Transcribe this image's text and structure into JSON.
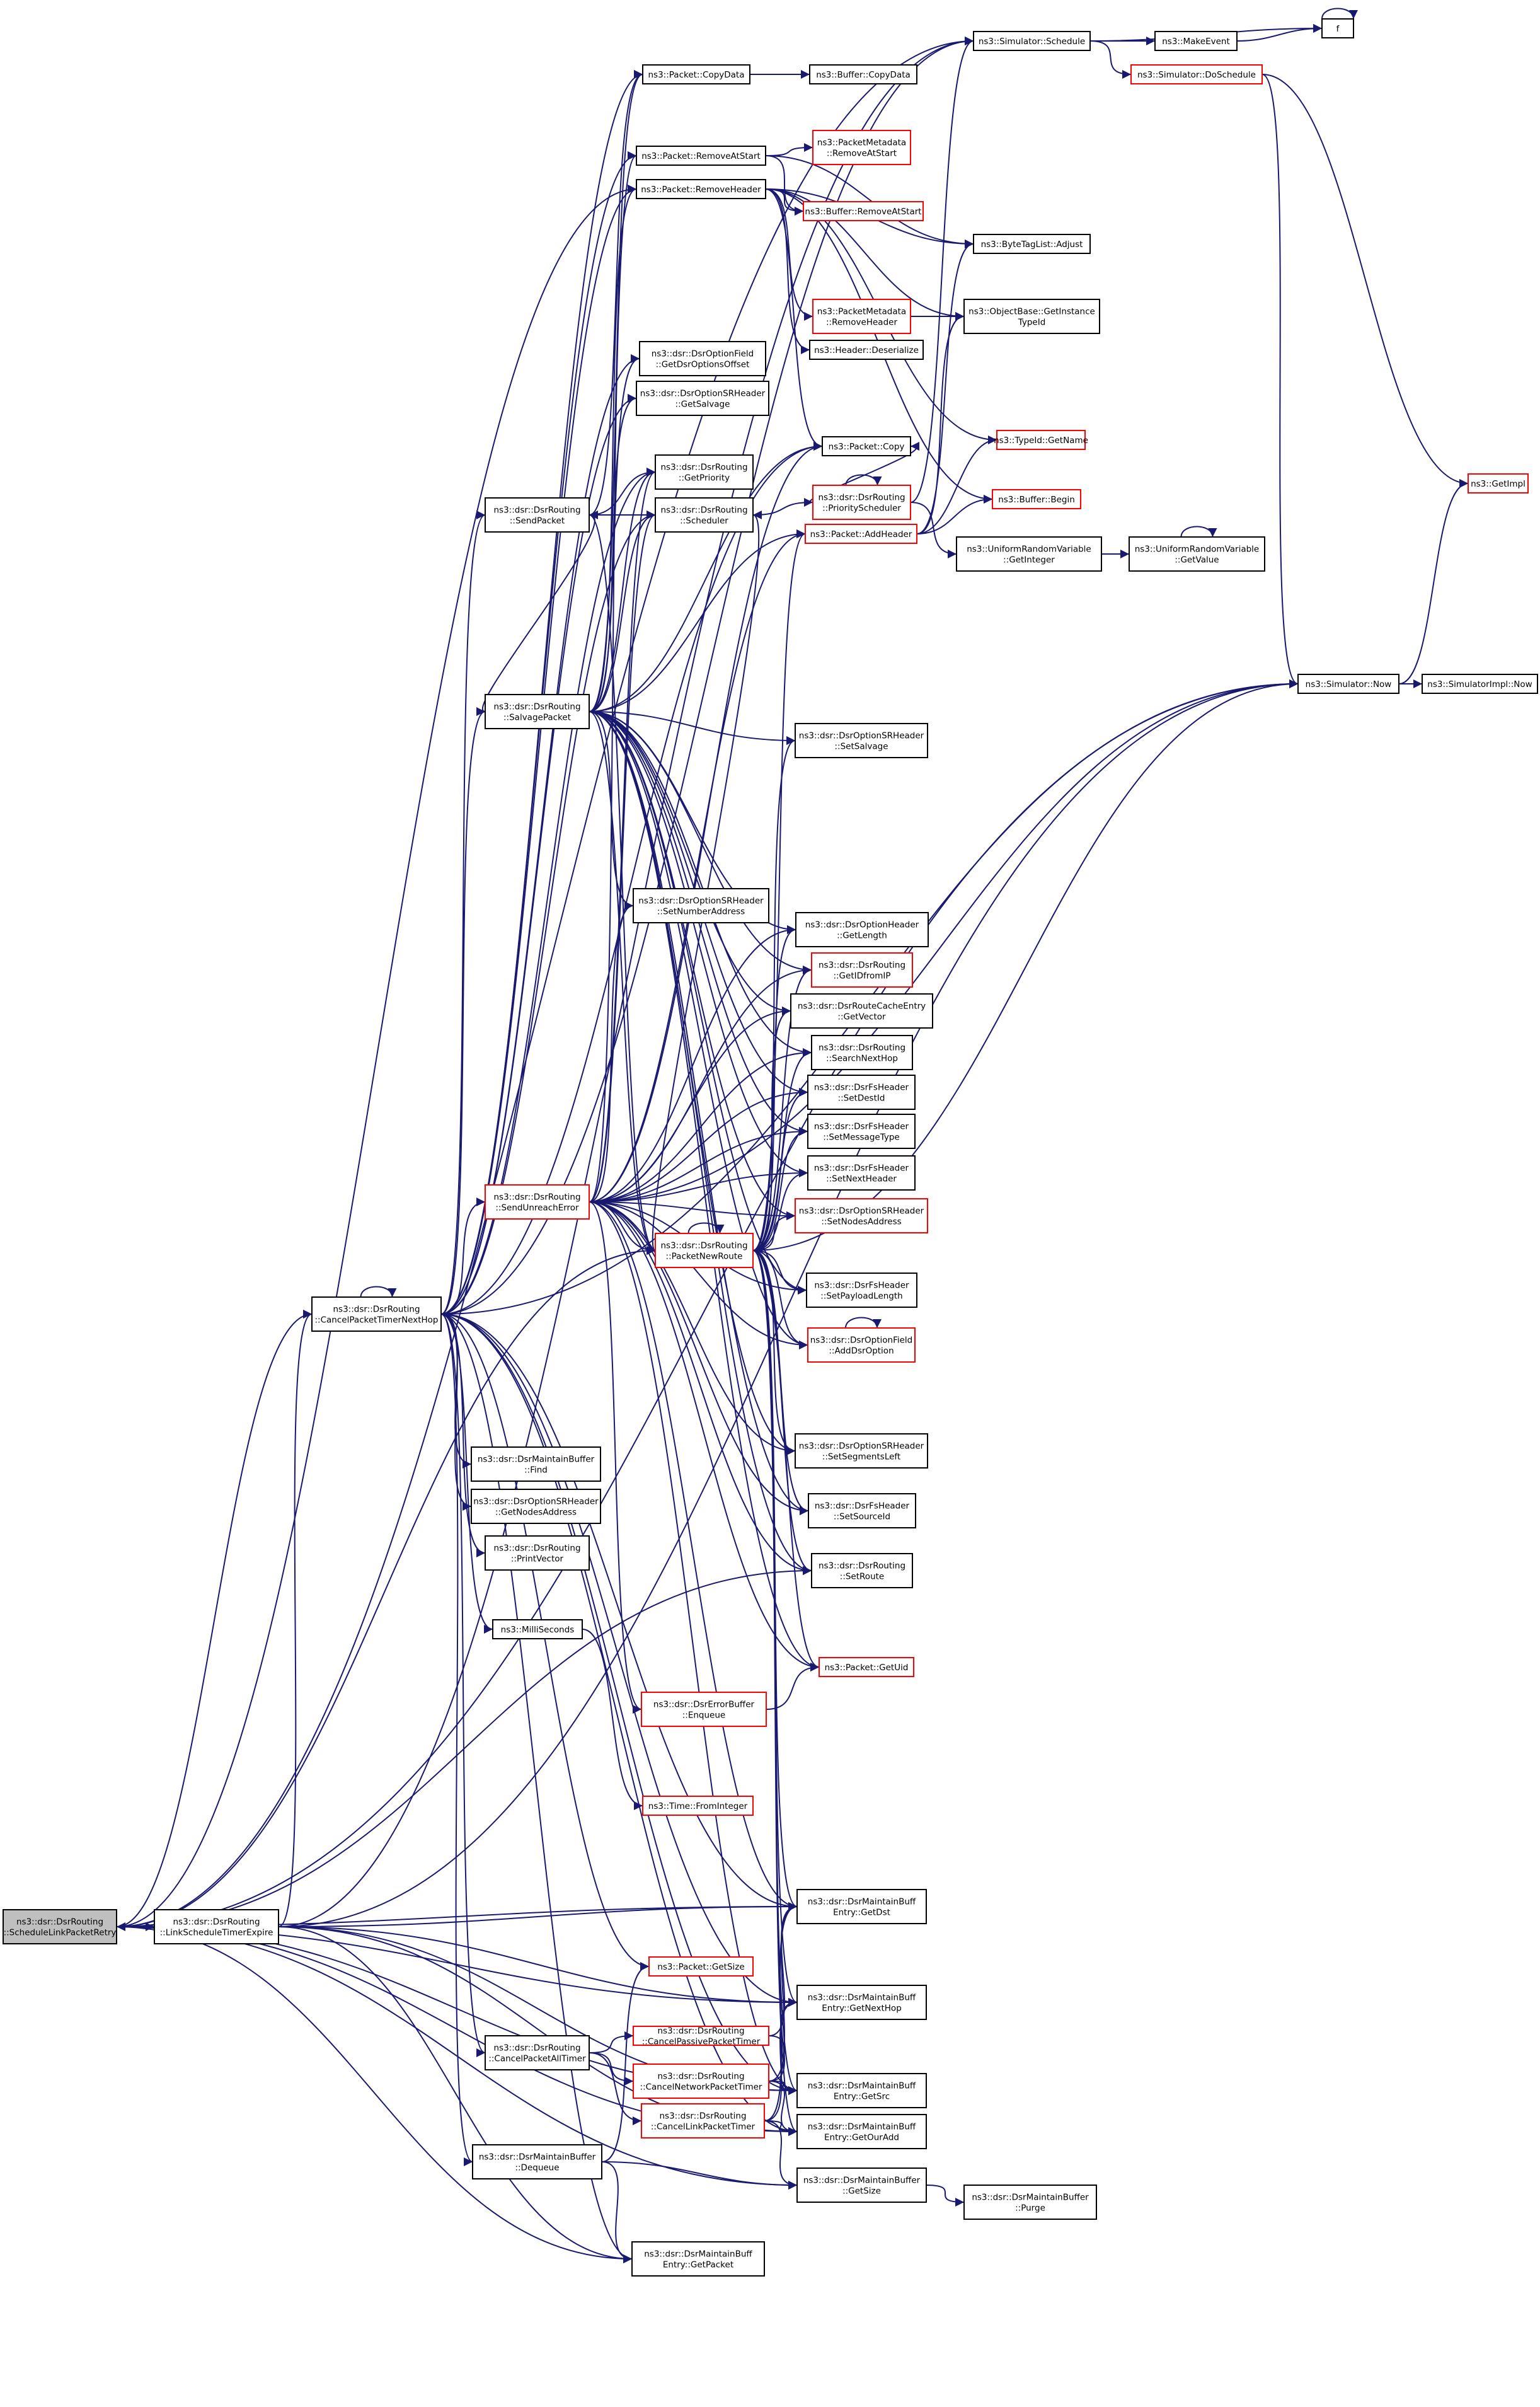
{
  "colors": {
    "edge": "#191970",
    "node_border": "#000000",
    "node_border_incomplete": "#ff0000",
    "root_fill": "#bfbfbf",
    "node_fill": "#ffffff"
  },
  "nodes": [
    {
      "id": "root",
      "lines": [
        "ns3::dsr::DsrRouting",
        "::ScheduleLinkPacketRetry"
      ],
      "red": false,
      "root": true
    },
    {
      "id": "lste",
      "lines": [
        "ns3::dsr::DsrRouting",
        "::LinkScheduleTimerExpire"
      ],
      "red": false
    },
    {
      "id": "cptn",
      "lines": [
        "ns3::dsr::DsrRouting",
        "::CancelPacketTimerNextHop"
      ],
      "red": false
    },
    {
      "id": "sched",
      "lines": [
        "ns3::Simulator::Schedule"
      ],
      "red": false
    },
    {
      "id": "mkev",
      "lines": [
        "ns3::MakeEvent"
      ],
      "red": false
    },
    {
      "id": "f",
      "lines": [
        "f"
      ],
      "red": false
    },
    {
      "id": "dosch",
      "lines": [
        "ns3::Simulator::DoSchedule"
      ],
      "red": true
    },
    {
      "id": "getimpl",
      "lines": [
        "ns3::GetImpl"
      ],
      "red": true
    },
    {
      "id": "now",
      "lines": [
        "ns3::Simulator::Now"
      ],
      "red": false
    },
    {
      "id": "implnow",
      "lines": [
        "ns3::SimulatorImpl::Now"
      ],
      "red": false
    },
    {
      "id": "copydata",
      "lines": [
        "ns3::Packet::CopyData"
      ],
      "red": false
    },
    {
      "id": "bufcopydata",
      "lines": [
        "ns3::Buffer::CopyData"
      ],
      "red": false
    },
    {
      "id": "remstart",
      "lines": [
        "ns3::Packet::RemoveAtStart"
      ],
      "red": false
    },
    {
      "id": "pmremstart",
      "lines": [
        "ns3::PacketMetadata",
        "::RemoveAtStart"
      ],
      "red": true
    },
    {
      "id": "remhdr",
      "lines": [
        "ns3::Packet::RemoveHeader"
      ],
      "red": false
    },
    {
      "id": "bufremstart",
      "lines": [
        "ns3::Buffer::RemoveAtStart"
      ],
      "red": true
    },
    {
      "id": "btadjust",
      "lines": [
        "ns3::ByteTagList::Adjust"
      ],
      "red": false
    },
    {
      "id": "pmremhdr",
      "lines": [
        "ns3::PacketMetadata",
        "::RemoveHeader"
      ],
      "red": true
    },
    {
      "id": "getinst",
      "lines": [
        "ns3::ObjectBase::GetInstance",
        "TypeId"
      ],
      "red": false
    },
    {
      "id": "hdrdeser",
      "lines": [
        "ns3::Header::Deserialize"
      ],
      "red": false
    },
    {
      "id": "getdsroff",
      "lines": [
        "ns3::dsr::DsrOptionField",
        "::GetDsrOptionsOffset"
      ],
      "red": false
    },
    {
      "id": "getsalv",
      "lines": [
        "ns3::dsr::DsrOptionSRHeader",
        "::GetSalvage"
      ],
      "red": false
    },
    {
      "id": "pcopy",
      "lines": [
        "ns3::Packet::Copy"
      ],
      "red": false
    },
    {
      "id": "tidname",
      "lines": [
        "ns3::TypeId::GetName"
      ],
      "red": true
    },
    {
      "id": "getprio",
      "lines": [
        "ns3::dsr::DsrRouting",
        "::GetPriority"
      ],
      "red": false
    },
    {
      "id": "sendpkt",
      "lines": [
        "ns3::dsr::DsrRouting",
        "::SendPacket"
      ],
      "red": false
    },
    {
      "id": "scheduler",
      "lines": [
        "ns3::dsr::DsrRouting",
        "::Scheduler"
      ],
      "red": false
    },
    {
      "id": "prisched",
      "lines": [
        "ns3::dsr::DsrRouting",
        "::PriorityScheduler"
      ],
      "red": true
    },
    {
      "id": "bufbegin",
      "lines": [
        "ns3::Buffer::Begin"
      ],
      "red": true
    },
    {
      "id": "addhdr",
      "lines": [
        "ns3::Packet::AddHeader"
      ],
      "red": true
    },
    {
      "id": "urvint",
      "lines": [
        "ns3::UniformRandomVariable",
        "::GetInteger"
      ],
      "red": false
    },
    {
      "id": "urvval",
      "lines": [
        "ns3::UniformRandomVariable",
        "::GetValue"
      ],
      "red": false
    },
    {
      "id": "salvpkt",
      "lines": [
        "ns3::dsr::DsrRouting",
        "::SalvagePacket"
      ],
      "red": false
    },
    {
      "id": "setsalv",
      "lines": [
        "ns3::dsr::DsrOptionSRHeader",
        "::SetSalvage"
      ],
      "red": false
    },
    {
      "id": "setnumaddr",
      "lines": [
        "ns3::dsr::DsrOptionSRHeader",
        "::SetNumberAddress"
      ],
      "red": false
    },
    {
      "id": "getlen",
      "lines": [
        "ns3::dsr::DsrOptionHeader",
        "::GetLength"
      ],
      "red": false
    },
    {
      "id": "getidip",
      "lines": [
        "ns3::dsr::DsrRouting",
        "::GetIDfromIP"
      ],
      "red": true
    },
    {
      "id": "getvec",
      "lines": [
        "ns3::dsr::DsrRouteCacheEntry",
        "::GetVector"
      ],
      "red": false
    },
    {
      "id": "searchnh",
      "lines": [
        "ns3::dsr::DsrRouting",
        "::SearchNextHop"
      ],
      "red": false
    },
    {
      "id": "setdestid",
      "lines": [
        "ns3::dsr::DsrFsHeader",
        "::SetDestId"
      ],
      "red": false
    },
    {
      "id": "setmsgtype",
      "lines": [
        "ns3::dsr::DsrFsHeader",
        "::SetMessageType"
      ],
      "red": false
    },
    {
      "id": "setnexthdr",
      "lines": [
        "ns3::dsr::DsrFsHeader",
        "::SetNextHeader"
      ],
      "red": false
    },
    {
      "id": "sendunreach",
      "lines": [
        "ns3::dsr::DsrRouting",
        "::SendUnreachError"
      ],
      "red": true
    },
    {
      "id": "setnodesaddr",
      "lines": [
        "ns3::dsr::DsrOptionSRHeader",
        "::SetNodesAddress"
      ],
      "red": true
    },
    {
      "id": "pktnewroute",
      "lines": [
        "ns3::dsr::DsrRouting",
        "::PacketNewRoute"
      ],
      "red": true
    },
    {
      "id": "setpaylen",
      "lines": [
        "ns3::dsr::DsrFsHeader",
        "::SetPayloadLength"
      ],
      "red": false
    },
    {
      "id": "adddsropt",
      "lines": [
        "ns3::dsr::DsrOptionField",
        "::AddDsrOption"
      ],
      "red": true
    },
    {
      "id": "mbfind",
      "lines": [
        "ns3::dsr::DsrMaintainBuffer",
        "::Find"
      ],
      "red": false
    },
    {
      "id": "getnodesaddr",
      "lines": [
        "ns3::dsr::DsrOptionSRHeader",
        "::GetNodesAddress"
      ],
      "red": false
    },
    {
      "id": "setsegleft",
      "lines": [
        "ns3::dsr::DsrOptionSRHeader",
        "::SetSegmentsLeft"
      ],
      "red": false
    },
    {
      "id": "setsrcid",
      "lines": [
        "ns3::dsr::DsrFsHeader",
        "::SetSourceId"
      ],
      "red": false
    },
    {
      "id": "printvec",
      "lines": [
        "ns3::dsr::DsrRouting",
        "::PrintVector"
      ],
      "red": false
    },
    {
      "id": "setroute",
      "lines": [
        "ns3::dsr::DsrRouting",
        "::SetRoute"
      ],
      "red": false
    },
    {
      "id": "millis",
      "lines": [
        "ns3::MilliSeconds"
      ],
      "red": false
    },
    {
      "id": "getuid",
      "lines": [
        "ns3::Packet::GetUid"
      ],
      "red": true
    },
    {
      "id": "ebenq",
      "lines": [
        "ns3::dsr::DsrErrorBuffer",
        "::Enqueue"
      ],
      "red": true
    },
    {
      "id": "fromint",
      "lines": [
        "ns3::Time::FromInteger"
      ],
      "red": true
    },
    {
      "id": "mbgetdst",
      "lines": [
        "ns3::dsr::DsrMaintainBuff",
        "Entry::GetDst"
      ],
      "red": false
    },
    {
      "id": "pgetsize",
      "lines": [
        "ns3::Packet::GetSize"
      ],
      "red": true
    },
    {
      "id": "mbgetnh",
      "lines": [
        "ns3::dsr::DsrMaintainBuff",
        "Entry::GetNextHop"
      ],
      "red": false
    },
    {
      "id": "cpat",
      "lines": [
        "ns3::dsr::DsrRouting",
        "::CancelPacketAllTimer"
      ],
      "red": false
    },
    {
      "id": "cppt",
      "lines": [
        "ns3::dsr::DsrRouting",
        "::CancelPassivePacketTimer"
      ],
      "red": true
    },
    {
      "id": "cnpt",
      "lines": [
        "ns3::dsr::DsrRouting",
        "::CancelNetworkPacketTimer"
      ],
      "red": true
    },
    {
      "id": "mbgetsrc",
      "lines": [
        "ns3::dsr::DsrMaintainBuff",
        "Entry::GetSrc"
      ],
      "red": false
    },
    {
      "id": "clpt",
      "lines": [
        "ns3::dsr::DsrRouting",
        "::CancelLinkPacketTimer"
      ],
      "red": true
    },
    {
      "id": "mbgetour",
      "lines": [
        "ns3::dsr::DsrMaintainBuff",
        "Entry::GetOurAdd"
      ],
      "red": false
    },
    {
      "id": "mbdeq",
      "lines": [
        "ns3::dsr::DsrMaintainBuffer",
        "::Dequeue"
      ],
      "red": false
    },
    {
      "id": "mbgetsize",
      "lines": [
        "ns3::dsr::DsrMaintainBuffer",
        "::GetSize"
      ],
      "red": false
    },
    {
      "id": "mbpurge",
      "lines": [
        "ns3::dsr::DsrMaintainBuffer",
        "::Purge"
      ],
      "red": false
    },
    {
      "id": "mbgetpkt",
      "lines": [
        "ns3::dsr::DsrMaintainBuff",
        "Entry::GetPacket"
      ],
      "red": false
    }
  ]
}
